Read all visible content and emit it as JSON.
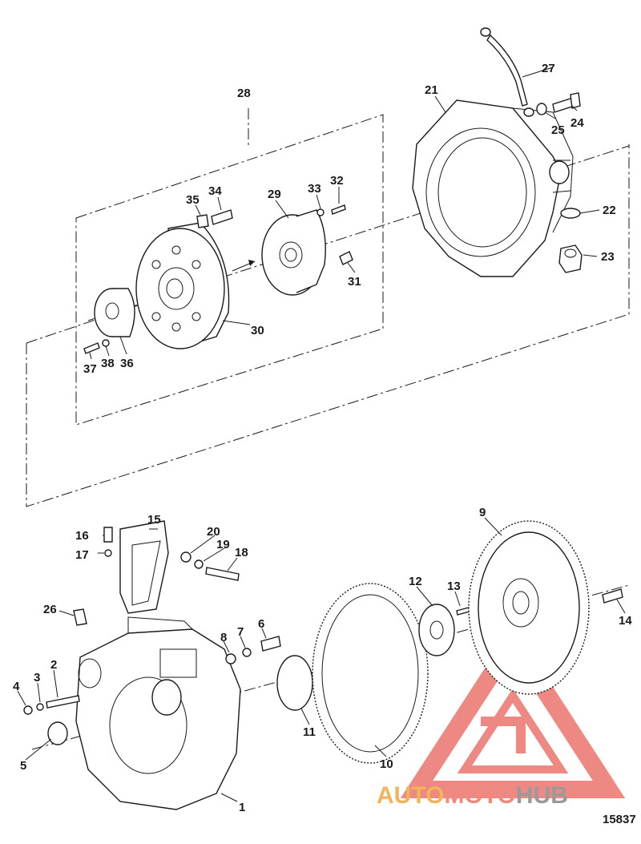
{
  "diagram": {
    "figure_id": "15837",
    "watermark": {
      "part1": "AUTO",
      "part2": "MOTO",
      "part3": "HUB"
    },
    "callouts": [
      {
        "id": "c1",
        "text": "1"
      },
      {
        "id": "c2",
        "text": "2"
      },
      {
        "id": "c3",
        "text": "3"
      },
      {
        "id": "c4",
        "text": "4"
      },
      {
        "id": "c5",
        "text": "5"
      },
      {
        "id": "c6",
        "text": "6"
      },
      {
        "id": "c7",
        "text": "7"
      },
      {
        "id": "c8",
        "text": "8"
      },
      {
        "id": "c9",
        "text": "9"
      },
      {
        "id": "c10",
        "text": "10"
      },
      {
        "id": "c11",
        "text": "11"
      },
      {
        "id": "c12",
        "text": "12"
      },
      {
        "id": "c13",
        "text": "13"
      },
      {
        "id": "c14",
        "text": "14"
      },
      {
        "id": "c15",
        "text": "15"
      },
      {
        "id": "c16",
        "text": "16"
      },
      {
        "id": "c17",
        "text": "17"
      },
      {
        "id": "c18",
        "text": "18"
      },
      {
        "id": "c19",
        "text": "19"
      },
      {
        "id": "c20",
        "text": "20"
      },
      {
        "id": "c21",
        "text": "21"
      },
      {
        "id": "c22",
        "text": "22"
      },
      {
        "id": "c23",
        "text": "23"
      },
      {
        "id": "c24",
        "text": "24"
      },
      {
        "id": "c25",
        "text": "25"
      },
      {
        "id": "c26",
        "text": "26"
      },
      {
        "id": "c27",
        "text": "27"
      },
      {
        "id": "c28",
        "text": "28"
      },
      {
        "id": "c29",
        "text": "29"
      },
      {
        "id": "c30",
        "text": "30"
      },
      {
        "id": "c31",
        "text": "31"
      },
      {
        "id": "c32",
        "text": "32"
      },
      {
        "id": "c33",
        "text": "33"
      },
      {
        "id": "c34",
        "text": "34"
      },
      {
        "id": "c35",
        "text": "35"
      },
      {
        "id": "c36",
        "text": "36"
      },
      {
        "id": "c37",
        "text": "37"
      },
      {
        "id": "c38",
        "text": "38"
      }
    ],
    "colors": {
      "line": "#1a1a1a",
      "watermark_red": "#e8615a",
      "watermark_orange": "#f2b45a",
      "watermark_gray": "#9a9a9a"
    }
  }
}
